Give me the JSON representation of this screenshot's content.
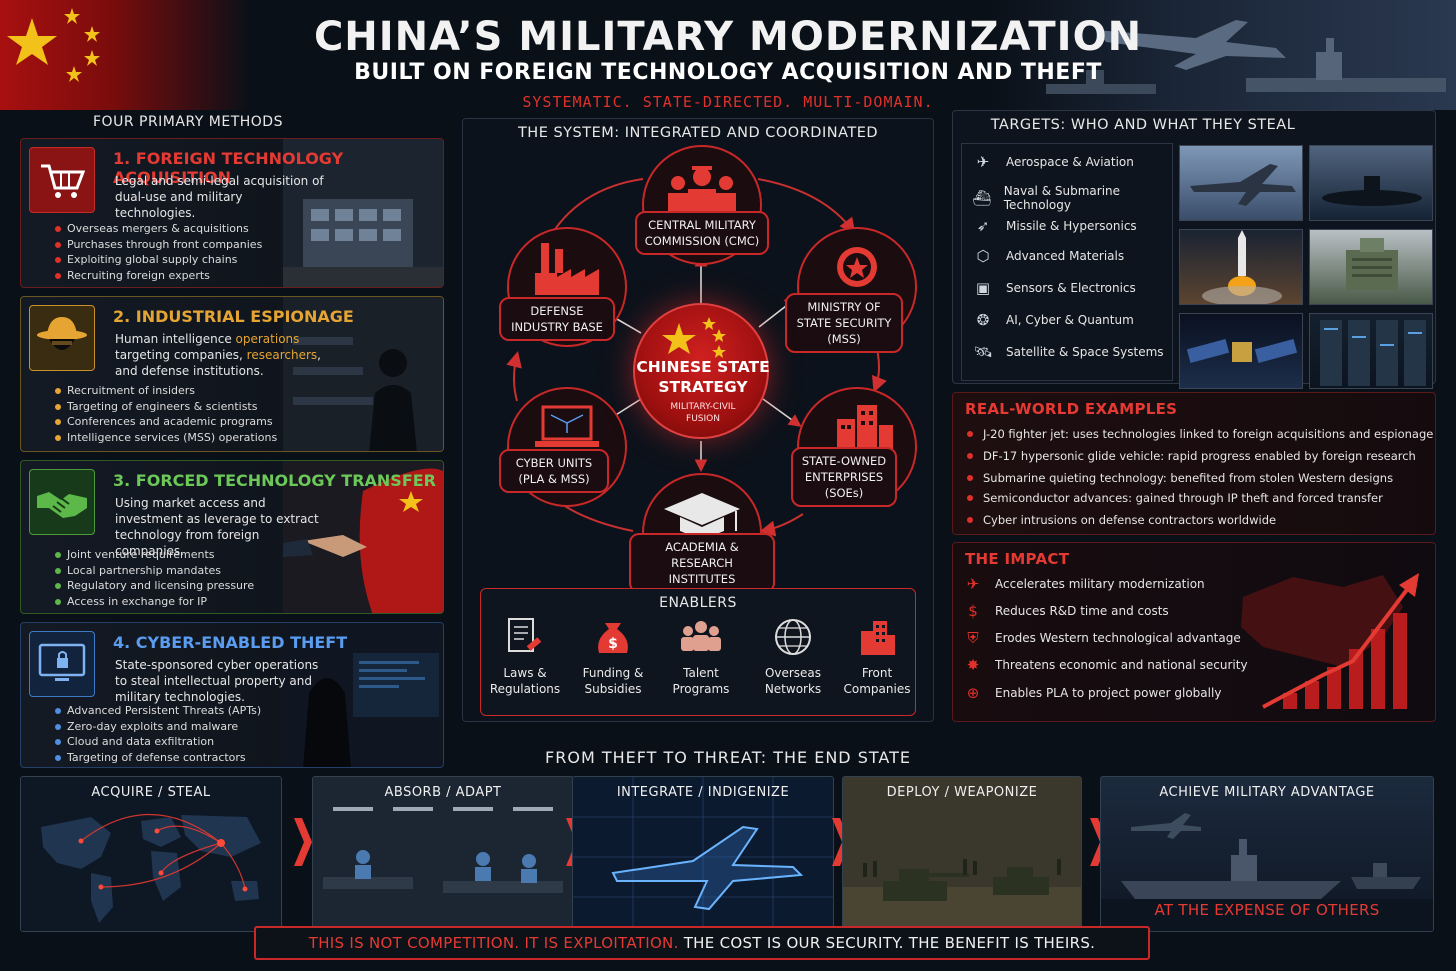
{
  "header": {
    "title": "CHINA’S MILITARY MODERNIZATION",
    "subtitle": "BUILT ON FOREIGN TECHNOLOGY ACQUISITION AND THEFT",
    "tagline": "SYSTEMATIC. STATE-DIRECTED. MULTI-DOMAIN."
  },
  "methods": {
    "heading": "FOUR PRIMARY METHODS",
    "items": [
      {
        "title": "1. FOREIGN TECHNOLOGY ACQUISITION",
        "desc": "Legal and semi-legal acquisition of dual-use and military technologies.",
        "bullets": [
          "Overseas mergers & acquisitions",
          "Purchases through front companies",
          "Exploiting global supply chains",
          "Recruiting foreign experts"
        ],
        "icon": "shopping-cart-icon",
        "accent": "#e0302a"
      },
      {
        "title": "2. INDUSTRIAL ESPIONAGE",
        "desc_parts": [
          "Human intelligence ",
          "operations",
          " targeting companies, ",
          "researchers",
          ", and defense institutions."
        ],
        "bullets": [
          "Recruitment of insiders",
          "Targeting of engineers & scientists",
          "Conferences and academic programs",
          "Intelligence services (MSS) operations"
        ],
        "icon": "spy-hat-icon",
        "accent": "#e6a532"
      },
      {
        "title": "3. FORCED TECHNOLOGY TRANSFER",
        "desc": "Using market access and investment as leverage to extract technology from foreign companies.",
        "bullets": [
          "Joint venture requirements",
          "Local partnership mandates",
          "Regulatory and licensing pressure",
          "Access in exchange for IP"
        ],
        "icon": "handshake-icon",
        "accent": "#5cb848"
      },
      {
        "title": "4. CYBER-ENABLED THEFT",
        "desc": "State-sponsored cyber operations to steal intellectual property and military technologies.",
        "bullets": [
          "Advanced Persistent Threats (APTs)",
          "Zero-day exploits and malware",
          "Cloud and data exfiltration",
          "Targeting of defense contractors"
        ],
        "icon": "locked-monitor-icon",
        "accent": "#4f8fe0"
      }
    ]
  },
  "system": {
    "heading": "THE SYSTEM: INTEGRATED AND COORDINATED",
    "center_title": "CHINESE STATE STRATEGY",
    "center_sub": "MILITARY-CIVIL FUSION",
    "nodes": {
      "cmc": "CENTRAL MILITARY COMMISSION (CMC)",
      "mss": "MINISTRY OF STATE SECURITY (MSS)",
      "soe": "STATE-OWNED ENTERPRISES (SOEs)",
      "academia": "ACADEMIA & RESEARCH INSTITUTES",
      "cyber": "CYBER UNITS (PLA & MSS)",
      "defense": "DEFENSE INDUSTRY BASE"
    },
    "enablers_heading": "ENABLERS",
    "enablers": [
      "Laws & Regulations",
      "Funding & Subsidies",
      "Talent Programs",
      "Overseas Networks",
      "Front Companies"
    ]
  },
  "targets": {
    "heading": "TARGETS: WHO AND WHAT THEY STEAL",
    "items": [
      {
        "label": "Aerospace & Aviation",
        "icon": "airplane-icon"
      },
      {
        "label": "Naval & Submarine Technology",
        "icon": "ship-icon"
      },
      {
        "label": "Missile & Hypersonics",
        "icon": "missile-icon"
      },
      {
        "label": "Advanced Materials",
        "icon": "molecule-icon"
      },
      {
        "label": "Sensors & Electronics",
        "icon": "chip-icon"
      },
      {
        "label": "AI, Cyber & Quantum",
        "icon": "brain-icon"
      },
      {
        "label": "Satellite & Space Systems",
        "icon": "satellite-icon"
      }
    ]
  },
  "examples": {
    "heading": "REAL-WORLD EXAMPLES",
    "items": [
      "J-20 fighter jet: uses technologies linked to foreign acquisitions and espionage",
      "DF-17 hypersonic glide vehicle: rapid progress enabled by foreign research",
      "Submarine quieting technology: benefited from stolen Western designs",
      "Semiconductor advances: gained through IP theft and forced transfer",
      "Cyber intrusions on defense contractors worldwide"
    ]
  },
  "impact": {
    "heading": "THE IMPACT",
    "items": [
      {
        "label": "Accelerates military modernization",
        "icon": "jet-icon"
      },
      {
        "label": "Reduces R&D time and costs",
        "icon": "dollar-icon"
      },
      {
        "label": "Erodes Western technological advantage",
        "icon": "shield-icon"
      },
      {
        "label": "Threatens economic and national security",
        "icon": "hazard-icon"
      },
      {
        "label": "Enables PLA to project power globally",
        "icon": "globe-pin-icon"
      }
    ]
  },
  "end_state": {
    "heading": "FROM THEFT TO THREAT: THE END STATE",
    "steps": [
      "ACQUIRE / STEAL",
      "ABSORB / ADAPT",
      "INTEGRATE / INDIGENIZE",
      "DEPLOY / WEAPONIZE",
      "ACHIEVE MILITARY ADVANTAGE"
    ],
    "final_caption": "AT THE EXPENSE OF OTHERS"
  },
  "footer": {
    "red_part": "THIS IS NOT COMPETITION. IT IS EXPLOITATION.",
    "white_part": " THE COST IS OUR SECURITY. THE BENEFIT IS THEIRS."
  },
  "colors": {
    "accent_red": "#e0302a",
    "amber": "#e6a532",
    "green": "#5cb848",
    "blue": "#4f8fe0"
  }
}
